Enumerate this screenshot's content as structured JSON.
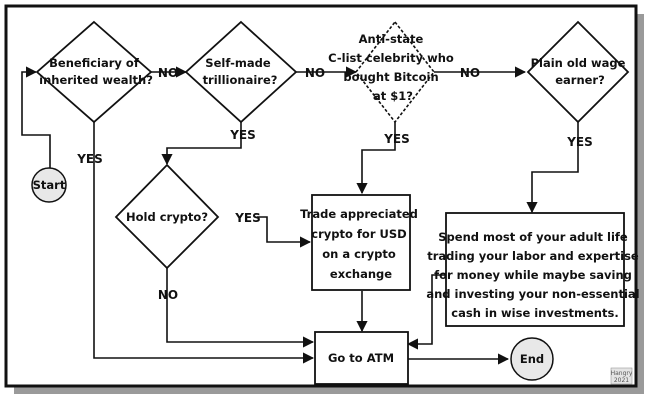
{
  "nodes": {
    "inherited": [
      "Beneficiary of",
      "inherited wealth?"
    ],
    "trillionaire": [
      "Self-made",
      "trillionaire?"
    ],
    "antistate": [
      "Anti-state",
      "C-list celebrity who",
      "bought Bitcoin",
      "at $1?"
    ],
    "wage": [
      "Plain old  wage",
      "earner?"
    ],
    "start": "Start",
    "hold": "Hold crypto?",
    "trade": [
      "Trade appreciated",
      "crypto for USD",
      "on a crypto",
      "exchange"
    ],
    "spend": [
      "Spend most of your adult life",
      "trading your labor and expertise",
      "for money while maybe saving",
      "and investing your non-essential",
      "cash in wise investments."
    ],
    "atm": "Go to ATM",
    "end": "End"
  },
  "edges": {
    "no1": "NO",
    "no2": "NO",
    "no3": "NO",
    "yes_inherited": "YES",
    "yes_trillionaire": "YES",
    "yes_antistate": "YES",
    "yes_wage": "YES",
    "yes_hold": "YES",
    "no_hold": "NO"
  },
  "watermark": [
    "Hangry",
    "2021"
  ]
}
